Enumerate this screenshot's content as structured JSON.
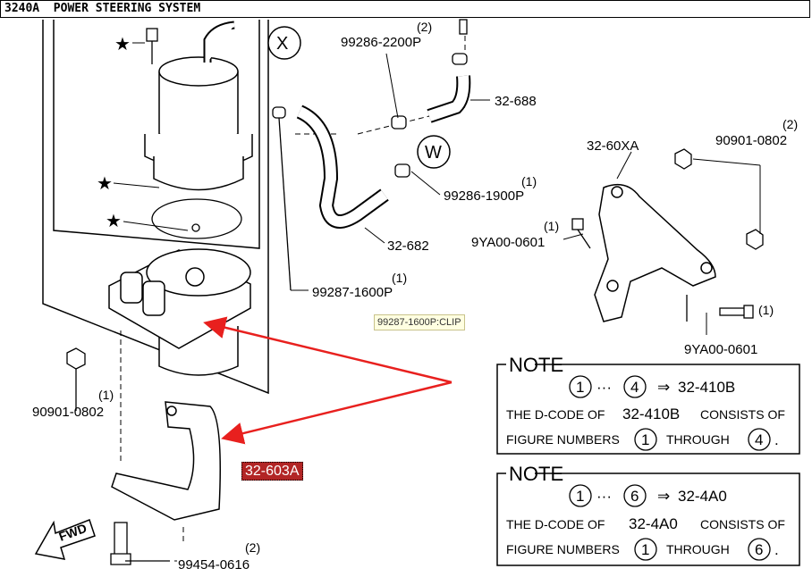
{
  "title": "3240A  POWER STEERING SYSTEM",
  "tooltip": "99287-1600P:CLIP",
  "highlighted_part": "32-603A",
  "accent_color": "#e8201e",
  "parts": [
    {
      "code": "99286-2200P",
      "qty": "(2)"
    },
    {
      "code": "32-688"
    },
    {
      "code": "99286-1900P",
      "qty": "(1)"
    },
    {
      "code": "32-682"
    },
    {
      "code": "99287-1600P",
      "qty": "(1)"
    },
    {
      "code": "32-60XA"
    },
    {
      "code": "90901-0802",
      "qty": "(2)"
    },
    {
      "code": "9YA00-0601",
      "qty": "(1)"
    },
    {
      "code": "9YA00-0601",
      "qty": "(1)"
    },
    {
      "code": "90901-0802",
      "qty": "(1)"
    },
    {
      "code": "99454-0616",
      "qty": "(2)"
    }
  ],
  "callouts": [
    "X",
    "W"
  ],
  "fwd_label": "FWD",
  "notes": [
    {
      "title": "NOTE",
      "range_start": "1",
      "range_dots": "···",
      "range_end": "4",
      "arrow": "⇒",
      "target": "32-410B",
      "line1_prefix": "THE D-CODE OF",
      "line1_code": "32-410B",
      "line1_suffix": "CONSISTS OF",
      "line2_prefix": "FIGURE NUMBERS",
      "line2_start": "1",
      "line2_mid": "THROUGH",
      "line2_end": "4",
      "line2_tail": "."
    },
    {
      "title": "NOTE",
      "range_start": "1",
      "range_dots": "···",
      "range_end": "6",
      "arrow": "⇒",
      "target": "32-4A0",
      "line1_prefix": "THE D-CODE OF",
      "line1_code": "32-4A0",
      "line1_suffix": "CONSISTS OF",
      "line2_prefix": "FIGURE NUMBERS",
      "line2_start": "1",
      "line2_mid": "THROUGH",
      "line2_end": "6",
      "line2_tail": "."
    }
  ]
}
